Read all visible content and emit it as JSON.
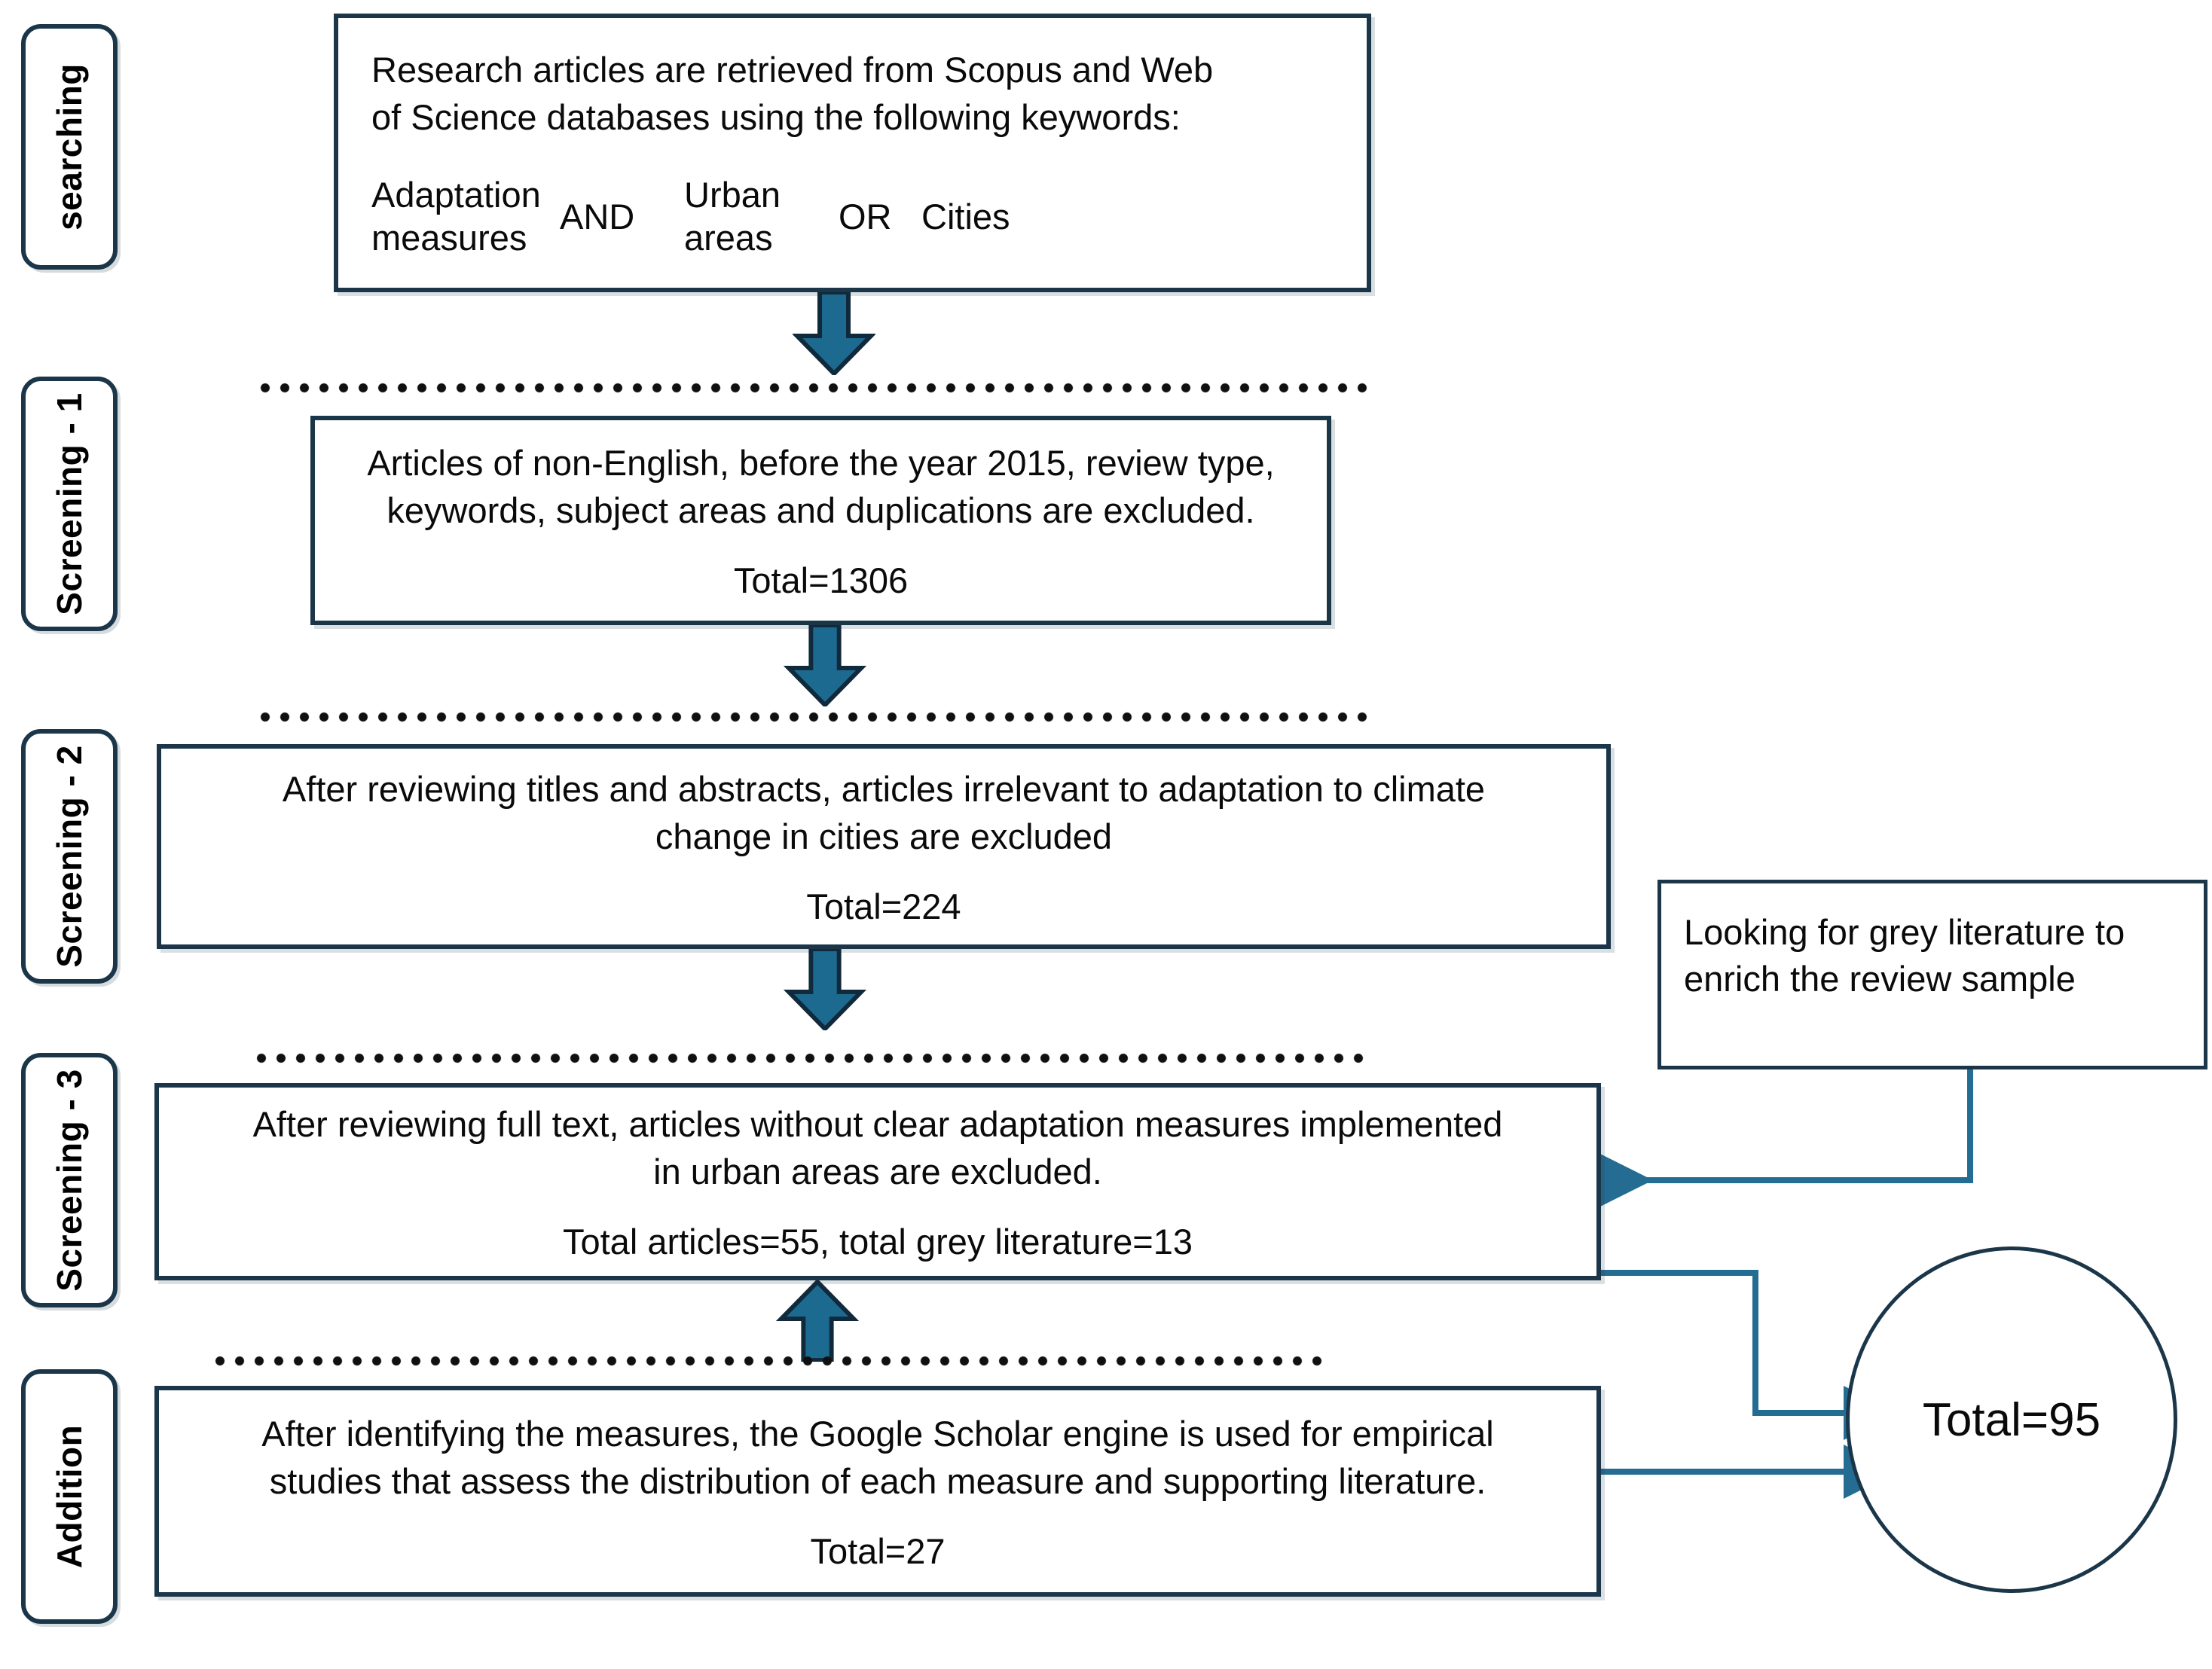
{
  "diagram": {
    "title": "PRISMA-style literature review flow diagram",
    "accent_dark": "#1b3649",
    "accent_blue": "#256c92",
    "arrow_fill": "#1d6a91",
    "text_color": "#0a0a0a"
  },
  "stages": [
    {
      "id": "searching",
      "label": "searching"
    },
    {
      "id": "screening-1",
      "label": "Screening - 1"
    },
    {
      "id": "screening-2",
      "label": "Screening - 2"
    },
    {
      "id": "screening-3",
      "label": "Screening - 3"
    },
    {
      "id": "addition",
      "label": "Addition"
    }
  ],
  "search_box": {
    "intro_line_1": "Research articles are retrieved from Scopus and Web",
    "intro_line_2": "of Science databases using the following keywords:",
    "keywords": {
      "term_1_line_1": "Adaptation",
      "term_1_line_2": "measures",
      "operator_1": "AND",
      "term_2_line_1": "Urban",
      "term_2_line_2": "areas",
      "operator_2": "OR",
      "term_3": "Cities"
    }
  },
  "screening_1_box": {
    "line_1": "Articles of non-English, before the year 2015, review type,",
    "line_2": "keywords, subject areas and duplications are excluded.",
    "total": "Total=1306"
  },
  "screening_2_box": {
    "line_1": "After reviewing titles and abstracts, articles irrelevant to adaptation to climate",
    "line_2": "change in cities are excluded",
    "total": "Total=224"
  },
  "screening_3_box": {
    "line_1": "After reviewing full text, articles without clear adaptation measures implemented",
    "line_2": "in urban areas are excluded.",
    "total": "Total articles=55,  total grey literature=13"
  },
  "addition_box": {
    "line_1": "After identifying the measures, the Google Scholar engine is used for empirical",
    "line_2": "studies that assess the distribution of each measure and supporting literature.",
    "total": "Total=27"
  },
  "grey_literature_note": {
    "line_1": "Looking for grey literature to",
    "line_2": "enrich the review sample"
  },
  "result_circle": {
    "label": "Total=95"
  },
  "icons": {
    "down_arrow": "down-block-arrow",
    "up_arrow": "up-block-arrow",
    "connector_arrow": "connector-arrowhead"
  }
}
